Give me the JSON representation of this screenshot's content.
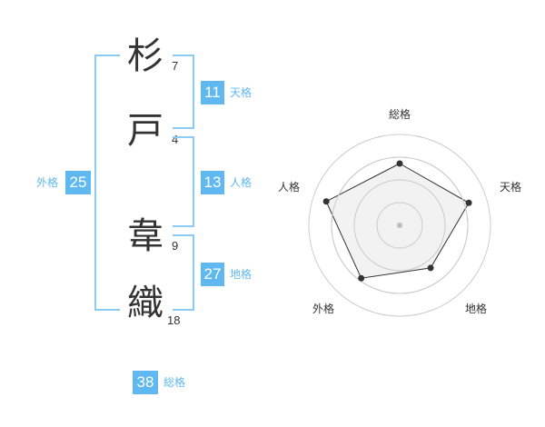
{
  "name": {
    "chars": [
      {
        "char": "杉",
        "strokes": "7"
      },
      {
        "char": "戸",
        "strokes": "4"
      },
      {
        "char": "韋",
        "strokes": "9"
      },
      {
        "char": "織",
        "strokes": "18"
      }
    ]
  },
  "fortunes": {
    "tenkaku": {
      "value": "11",
      "label": "天格"
    },
    "jinkaku": {
      "value": "13",
      "label": "人格"
    },
    "chikaku": {
      "value": "27",
      "label": "地格"
    },
    "gaikaku": {
      "value": "25",
      "label": "外格"
    },
    "soukaku": {
      "value": "38",
      "label": "総格"
    }
  },
  "chart_data": {
    "type": "radar",
    "axes": [
      "総格",
      "天格",
      "地格",
      "外格",
      "人格"
    ],
    "values": [
      0.68,
      0.8,
      0.58,
      0.72,
      0.85
    ],
    "range": [
      0,
      1
    ],
    "rings": 4,
    "colors": {
      "fill": "#f0f0f0",
      "line": "#333333",
      "grid": "#cccccc",
      "center": "#bbbbbb"
    }
  }
}
